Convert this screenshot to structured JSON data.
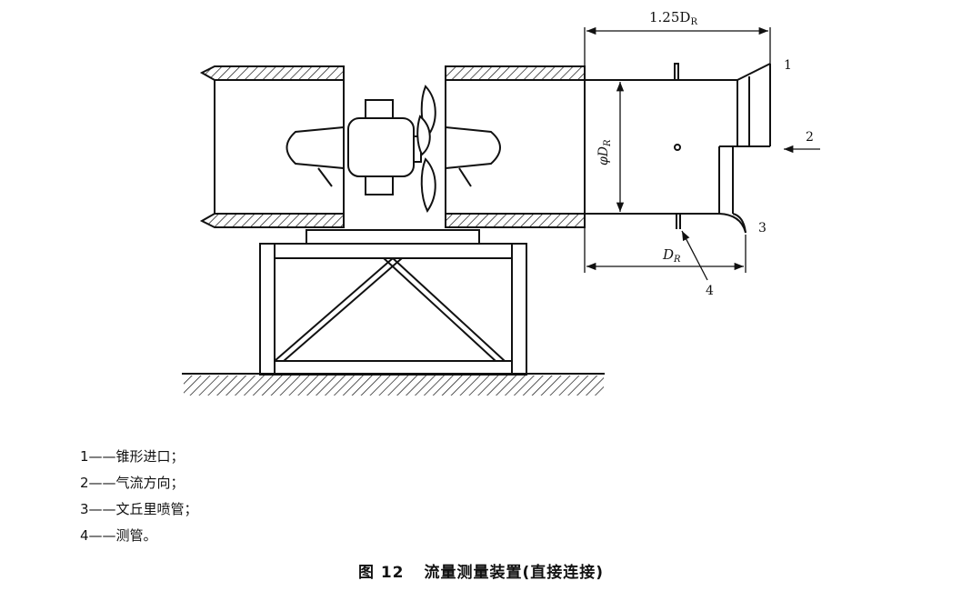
{
  "callouts": {
    "dim_top": "1.25D",
    "dim_top_sub": "R",
    "dim_diameter": "φD",
    "dim_diameter_sub": "R",
    "dim_bottom": "D",
    "dim_bottom_sub": "R",
    "c1": "1",
    "c2": "2",
    "c3": "3",
    "c4": "4"
  },
  "legend": [
    "1——锥形进口；",
    "2——气流方向；",
    "3——文丘里喷管；",
    "4——测管。"
  ],
  "caption": {
    "number": "图 12",
    "title": "流量测量装置(直接连接)"
  }
}
